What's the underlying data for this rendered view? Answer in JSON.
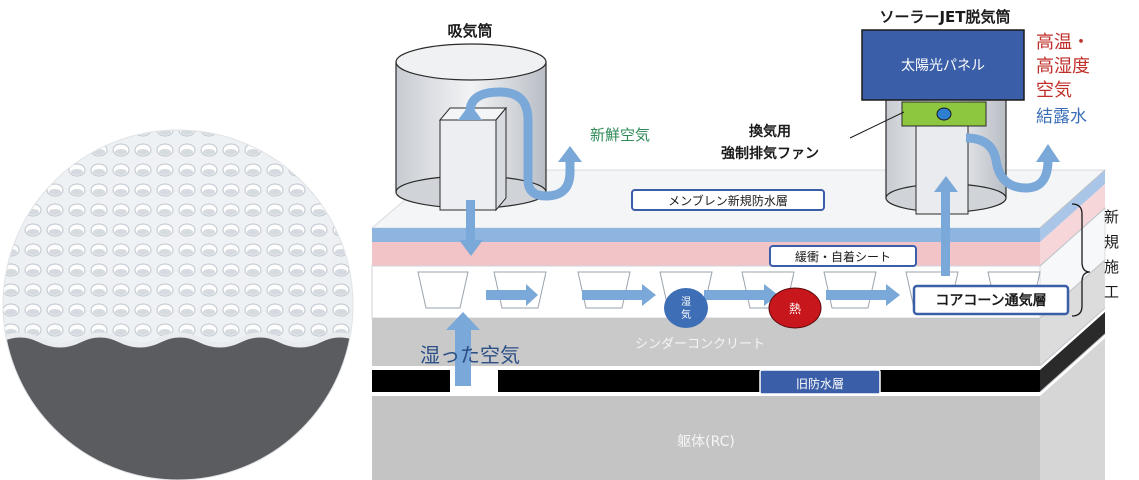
{
  "labels": {
    "intake_tube": "吸気筒",
    "fresh_air": "新鮮空気",
    "solar_jet_vent": "ソーラーJET脱気筒",
    "solar_panel": "太陽光パネル",
    "high_temp_line1": "高温・",
    "high_temp_line2": "高湿度",
    "high_temp_line3": "空気",
    "condensation": "結露水",
    "fan_line1": "換気用",
    "fan_line2": "強制排気ファン",
    "membrane": "メンブレン新規防水層",
    "cushion_sheet": "緩衝・自着シート",
    "core_cone": "コアコーン通気層",
    "new_work_chars": [
      "新",
      "規",
      "施",
      "工"
    ],
    "humid_badge_line1": "湿",
    "humid_badge_line2": "気",
    "heat_badge": "熱",
    "cinder_concrete": "シンダーコンクリート",
    "humid_air": "湿った空気",
    "old_waterproof": "旧防水層",
    "structure": "躯体(RC)"
  },
  "colors": {
    "blue_band": "#8eb4e0",
    "pink_band": "#f2c4c8",
    "arrow_blue": "#7aa8d8",
    "concrete": "#c9c9c9",
    "old_layer": "#000000",
    "rc": "#c4c4c4",
    "fresh_air_text": "#2e8b57",
    "high_temp_text": "#c0312b",
    "condensation_text": "#3a6fb8",
    "panel": "#3b5ea8",
    "heat_badge": "#c8161d",
    "humid_badge": "#3e6fb6"
  }
}
